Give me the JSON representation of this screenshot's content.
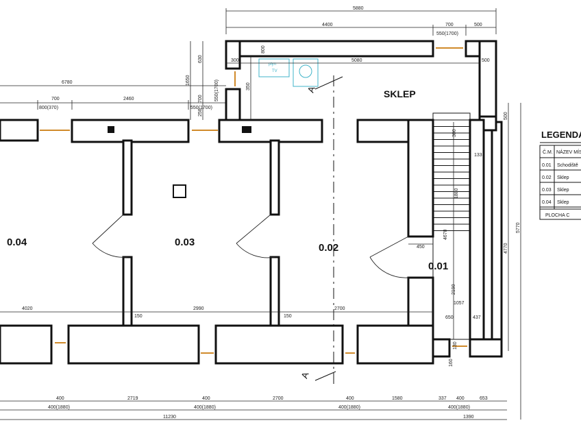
{
  "rooms": {
    "r004": "0.04",
    "r003": "0.03",
    "r002": "0.02",
    "r001": "0.01",
    "sklep": "SKLEP"
  },
  "section_marks": {
    "upper": "A",
    "lower": "A"
  },
  "dimensions": {
    "top_total": "5880",
    "top_left": "4400",
    "top_window": "700",
    "top_right": "500",
    "top_window_sub": "550(1700)",
    "sklep_wall_left": "300",
    "sklep_inner_width": "5080",
    "sklep_wall_right": "500",
    "sklep_height": "350",
    "vert_630": "630",
    "vert_1650": "1650",
    "vert_700": "700",
    "vert_550_1700": "550(1700)",
    "vert_250": "250",
    "left_total": "6780",
    "left_window": "700",
    "left_mid": "2460",
    "left_window_sub": "800(370)",
    "window_sub_mid": "550(1700)",
    "cont_top": "800",
    "stair_300": "300",
    "stair_1880": "1880",
    "stair_4670": "4670",
    "stair_2190": "2190",
    "stair_133": "133",
    "stair_1057": "1057",
    "stair_650": "650",
    "stair_437": "437",
    "stair_130": "130",
    "stair_160": "160",
    "landing_450": "450",
    "right_500": "500",
    "right_4770": "4770",
    "right_5770": "5770",
    "room_04_w": "4020",
    "room_03_w": "2990",
    "room_02_w": "2700",
    "wall_150_a": "150",
    "wall_150_b": "150",
    "bot_400_a": "400",
    "bot_2719": "2719",
    "bot_400_b": "400",
    "bot_2700": "2700",
    "bot_400_c": "400",
    "bot_1580": "1580",
    "bot_337": "337",
    "bot_400_d": "400",
    "bot_653": "653",
    "bot_sub_a": "400(1880)",
    "bot_sub_b": "400(1880)",
    "bot_sub_c": "400(1880)",
    "bot_sub_d": "400(1880)",
    "bot_total": "11230",
    "bot_total_right": "1390"
  },
  "labels": {
    "equip_1": "plyn",
    "equip_2": "TV"
  },
  "legend": {
    "title": "LEGENDA",
    "header_no": "Č.M.",
    "header_name": "NÁZEV MÍS",
    "rows": [
      {
        "no": "0.01",
        "name": "Schodiště"
      },
      {
        "no": "0.02",
        "name": "Sklep"
      },
      {
        "no": "0.03",
        "name": "Sklep"
      },
      {
        "no": "0.04",
        "name": "Sklep"
      }
    ],
    "footer": "PLOCHA C"
  }
}
